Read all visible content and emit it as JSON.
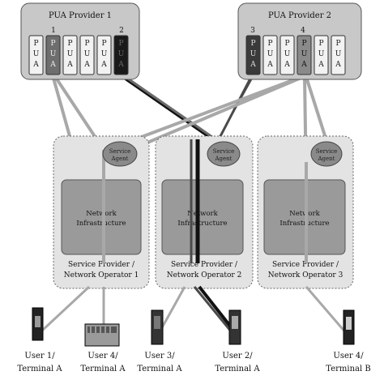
{
  "providers": {
    "p1": {
      "title": "PUA Provider 1"
    },
    "p2": {
      "title": "PUA Provider 2"
    }
  },
  "pua_labels": {
    "p": "P",
    "u": "U",
    "a": "A"
  },
  "pua_numbers": {
    "n1": "1",
    "n2": "2",
    "n3": "3",
    "n4": "4"
  },
  "service_agent": {
    "line1": "Service",
    "line2": "Agent"
  },
  "network": {
    "line1": "Network",
    "line2": "Infrastructure"
  },
  "operators": {
    "op1": {
      "line1": "Service Provider /",
      "line2": "Network Operator 1"
    },
    "op2": {
      "line1": "Service Provider /",
      "line2": "Network Operator 2"
    },
    "op3": {
      "line1": "Service Provider /",
      "line2": "Network Operator 3"
    }
  },
  "users": [
    {
      "line1": "User 1/",
      "line2": "Terminal A"
    },
    {
      "line1": "User 4/",
      "line2": "Terminal A"
    },
    {
      "line1": "User 3/",
      "line2": "Terminal A"
    },
    {
      "line1": "User 2/",
      "line2": "Terminal A"
    },
    {
      "line1": "User 4/",
      "line2": "Terminal B"
    }
  ],
  "colors": {
    "provider_box": "#c8c8c8",
    "operator_box": "#e3e3e3",
    "network_box": "#9a9a9a",
    "agent": "#8a8a8a",
    "line_gray": "#a8a8a8",
    "line_dark": "#4a4a4a",
    "line_black": "#111111"
  }
}
